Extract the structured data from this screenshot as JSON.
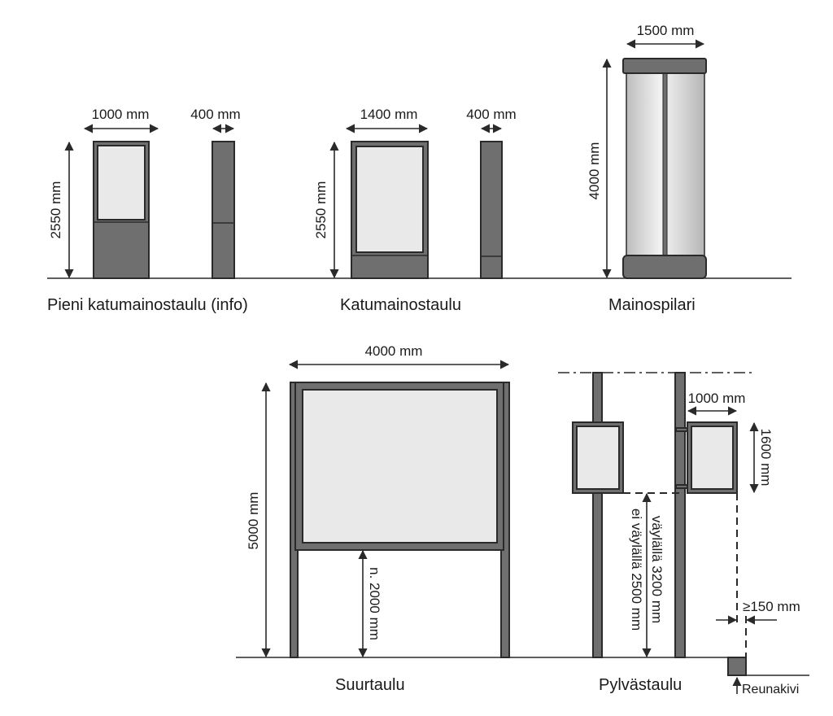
{
  "colors": {
    "frame": "#6f6f6f",
    "glass": "#e9e9e9",
    "line": "#2a2a2a"
  },
  "pieni": {
    "title": "Pieni katumainostaulu (info)",
    "width": "1000 mm",
    "depth": "400 mm",
    "height": "2550 mm"
  },
  "katu": {
    "title": "Katumainostaulu",
    "width": "1400 mm",
    "depth": "400 mm",
    "height": "2550 mm"
  },
  "spilari": {
    "title": "Mainospilari",
    "width": "1500 mm",
    "height": "4000 mm"
  },
  "suurtaulu": {
    "title": "Suurtaulu",
    "width": "4000 mm",
    "height": "5000 mm",
    "clearance": "n. 2000 mm"
  },
  "pylvas": {
    "title": "Pylvästaulu",
    "width": "1000 mm",
    "height": "1600 mm",
    "clearance_route": "väylällä 3200 mm",
    "clearance_other": "ei väylällä 2500 mm",
    "kerb_offset": "≥150 mm",
    "kerb_label": "Reunakivi"
  }
}
